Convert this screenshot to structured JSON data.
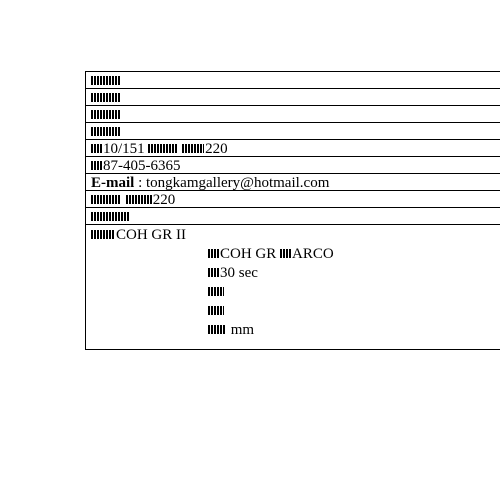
{
  "rows": [
    {
      "text": ""
    },
    {
      "text": ""
    },
    {
      "text": ""
    },
    {
      "text": ""
    },
    {
      "text": "10/151",
      "tail": "220"
    },
    {
      "text": "87-405-6365"
    },
    {
      "label": "E-mail",
      "text": " : tongkamgallery@hotmail.com"
    },
    {
      "text": "220"
    },
    {
      "text": ""
    }
  ],
  "camera": {
    "model": "COH GR II",
    "details": [
      "COH GR",
      "ARCO",
      "30 sec",
      "",
      "",
      "mm"
    ]
  }
}
